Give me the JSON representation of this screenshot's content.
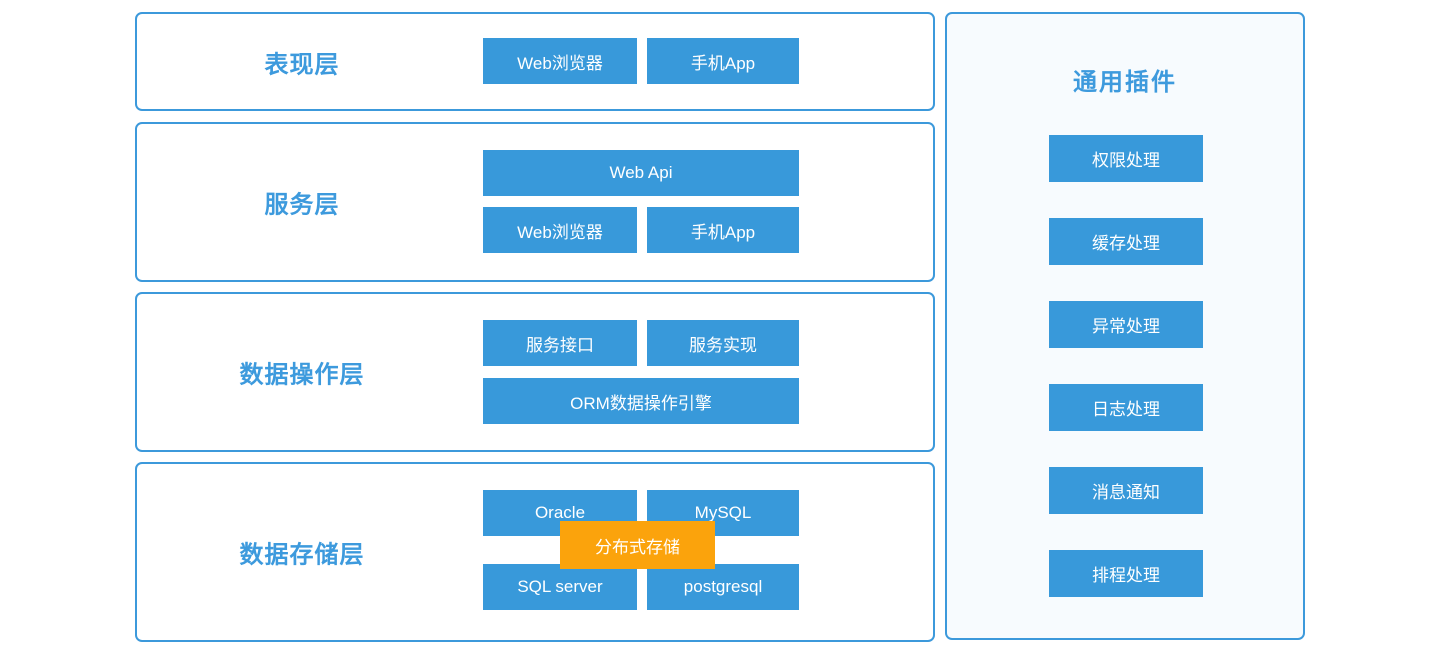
{
  "palette": {
    "node_blue": "#3899da",
    "overlay_orange": "#fba30c",
    "label_blue": "#3d9add",
    "panel_border_blue": "#3c99db",
    "plugins_panel_bg": "#f7fbfe",
    "node_text": "#ffffff"
  },
  "layers": [
    {
      "label": "表现层",
      "items": [
        "Web浏览器",
        "手机App"
      ]
    },
    {
      "label": "服务层",
      "items": [
        "Web Api",
        "Web浏览器",
        "手机App"
      ]
    },
    {
      "label": "数据操作层",
      "items": [
        "服务接口",
        "服务实现",
        "ORM数据操作引擎"
      ]
    },
    {
      "label": "数据存储层",
      "items": [
        "Oracle",
        "MySQL",
        "SQL server",
        "postgresql"
      ],
      "overlay": "分布式存储"
    }
  ],
  "plugins": {
    "title": "通用插件",
    "items": [
      "权限处理",
      "缓存处理",
      "异常处理",
      "日志处理",
      "消息通知",
      "排程处理"
    ]
  }
}
